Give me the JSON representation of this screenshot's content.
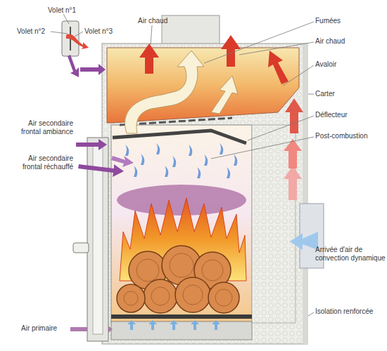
{
  "diagram": {
    "labels": [
      "Volet n°1",
      "Volet n°2",
      "Volet n°3",
      "Air chaud",
      "Fumées",
      "Air chaud",
      "Avaloir",
      "Carter",
      "Déflecteur",
      "Post-combustion",
      "Air secondaire frontal ambiance",
      "Air secondaire frontal réchauffé",
      "Arrivée d'air de convection dynamique",
      "Isolation renforcée",
      "Air primaire"
    ]
  }
}
